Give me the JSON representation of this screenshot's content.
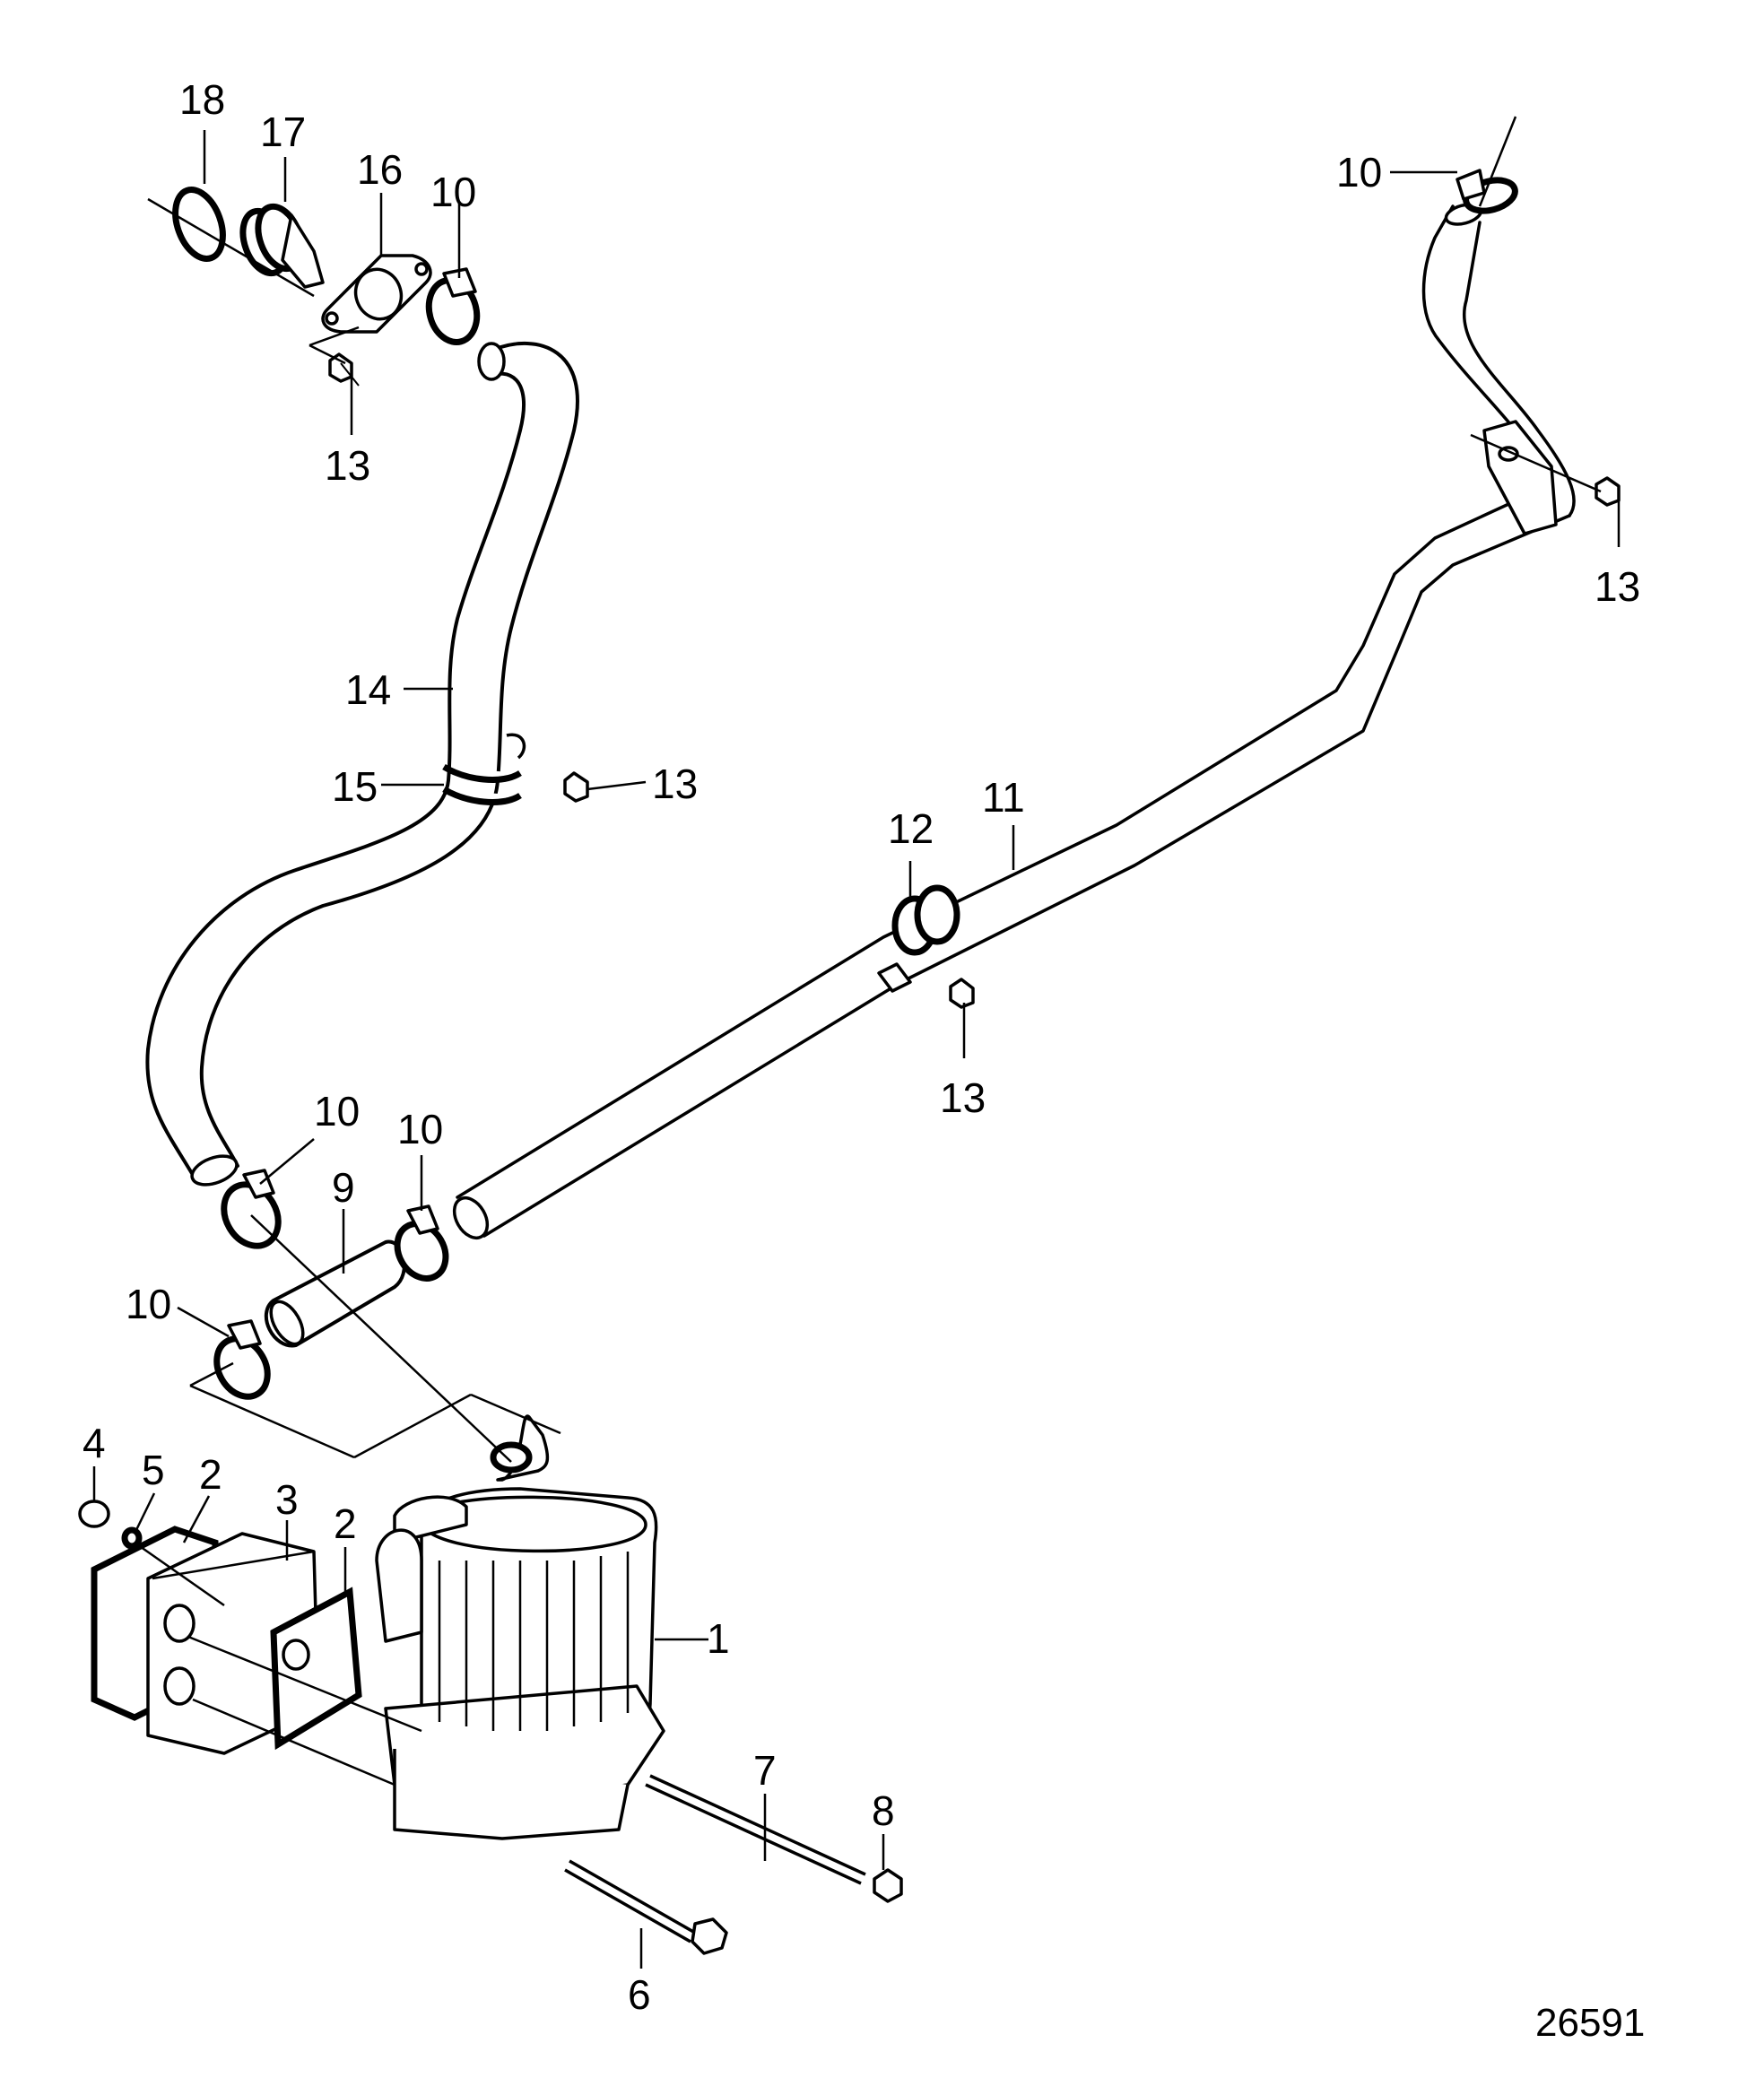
{
  "drawing_number": "26591",
  "callouts": [
    {
      "id": "c1",
      "label": "1"
    },
    {
      "id": "c2a",
      "label": "2"
    },
    {
      "id": "c2b",
      "label": "2"
    },
    {
      "id": "c3",
      "label": "3"
    },
    {
      "id": "c4",
      "label": "4"
    },
    {
      "id": "c5",
      "label": "5"
    },
    {
      "id": "c6",
      "label": "6"
    },
    {
      "id": "c7",
      "label": "7"
    },
    {
      "id": "c8",
      "label": "8"
    },
    {
      "id": "c9",
      "label": "9"
    },
    {
      "id": "c10a",
      "label": "10"
    },
    {
      "id": "c10b",
      "label": "10"
    },
    {
      "id": "c10c",
      "label": "10"
    },
    {
      "id": "c10d",
      "label": "10"
    },
    {
      "id": "c10e",
      "label": "10"
    },
    {
      "id": "c11",
      "label": "11"
    },
    {
      "id": "c12",
      "label": "12"
    },
    {
      "id": "c13a",
      "label": "13"
    },
    {
      "id": "c13b",
      "label": "13"
    },
    {
      "id": "c13c",
      "label": "13"
    },
    {
      "id": "c13d",
      "label": "13"
    },
    {
      "id": "c14",
      "label": "14"
    },
    {
      "id": "c15",
      "label": "15"
    },
    {
      "id": "c16",
      "label": "16"
    },
    {
      "id": "c17",
      "label": "17"
    },
    {
      "id": "c18",
      "label": "18"
    }
  ]
}
